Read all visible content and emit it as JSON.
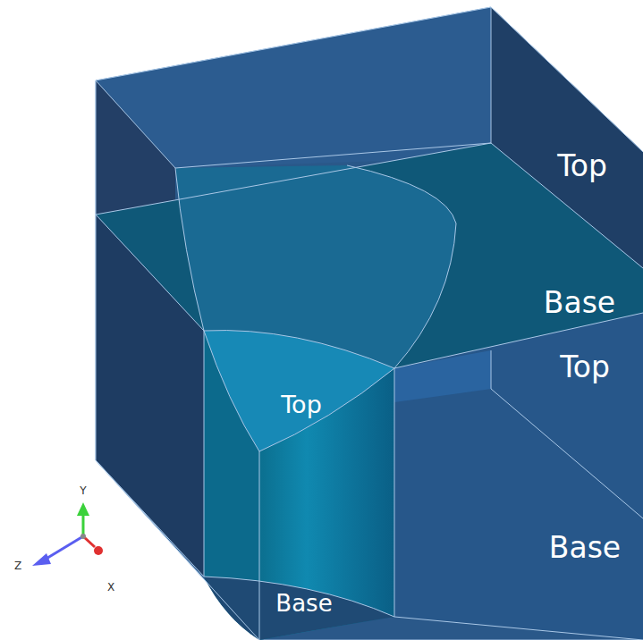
{
  "diagram": {
    "labels": [
      "Top",
      "Base",
      "Top",
      "Top",
      "Base",
      "Base",
      "Y",
      "Z",
      "X"
    ]
  }
}
